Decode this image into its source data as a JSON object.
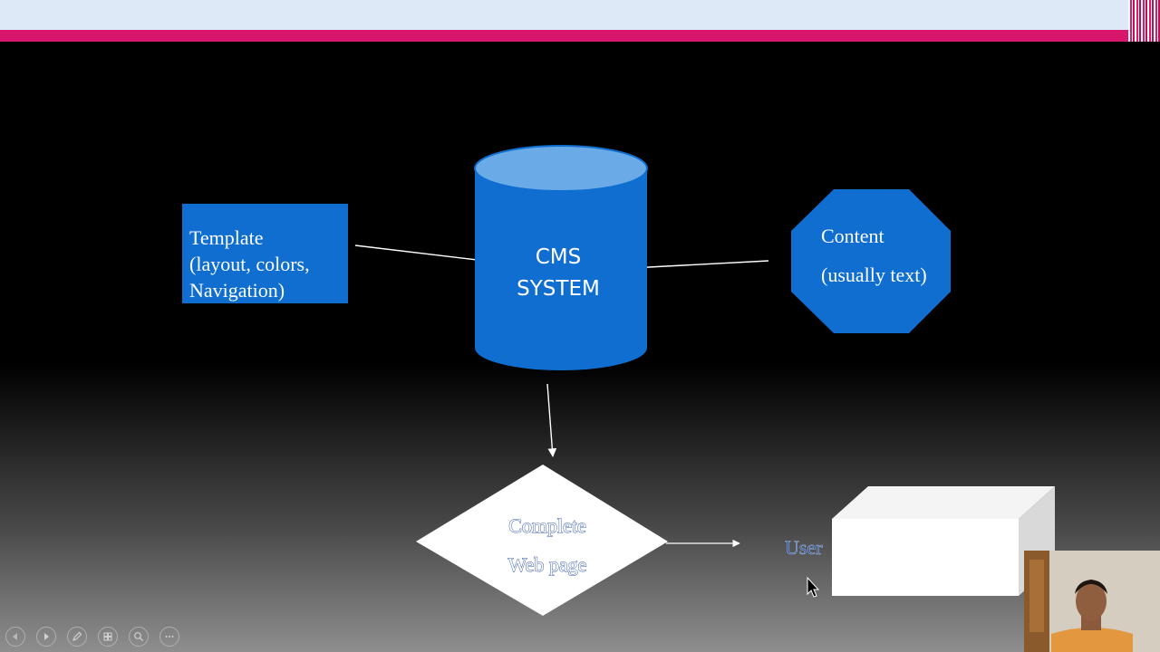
{
  "diagram": {
    "template": {
      "lines": [
        "Template",
        "(layout, colors,",
        "Navigation)"
      ],
      "color": "#0f6ecf"
    },
    "cms": {
      "lines": [
        "CMS",
        "SYSTEM"
      ],
      "color": "#0f6ecf",
      "top_color": "#6aaae6"
    },
    "content": {
      "lines": [
        "Content",
        "(usually text)"
      ],
      "color": "#0f6ecf"
    },
    "web_page": {
      "lines": [
        "Complete",
        "Web page"
      ]
    },
    "user": {
      "label": "User"
    },
    "edges": [
      {
        "from": "template",
        "to": "cms"
      },
      {
        "from": "content",
        "to": "cms"
      },
      {
        "from": "cms",
        "to": "web_page"
      },
      {
        "from": "web_page",
        "to": "user"
      }
    ]
  },
  "slide_toolbar": {
    "icons": [
      "previous-icon",
      "next-icon",
      "pen-icon",
      "slides-grid-icon",
      "zoom-icon",
      "more-icon"
    ]
  },
  "colors": {
    "accent_pink": "#d8166b",
    "maroon": "#5a0f30",
    "top_strip": "#dde9f7"
  }
}
